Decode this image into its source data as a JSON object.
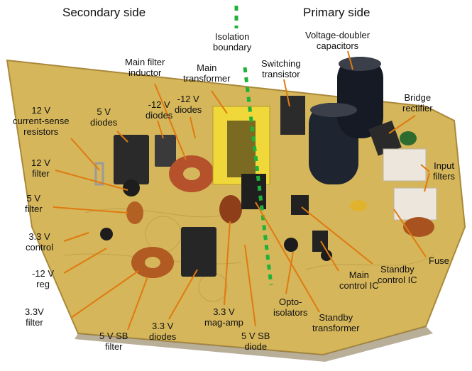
{
  "headings": {
    "secondary": "Secondary side",
    "primary": "Primary side"
  },
  "labels": {
    "isolation_boundary": "Isolation\nboundary",
    "voltage_doubler_capacitors": "Voltage-doubler\ncapacitors",
    "main_filter_inductor": "Main filter\ninductor",
    "main_transformer": "Main\ntransformer",
    "switching_transistor": "Switching\ntransistor",
    "bridge_rectifier": "Bridge\nrectifier",
    "current_sense_12v": "12 V\ncurrent-sense\nresistors",
    "diodes_5v": "5 V\ndiodes",
    "diodes_neg12v_a": "-12 V\ndiodes",
    "diodes_neg12v_b": "-12 V\ndiodes",
    "filter_12v": "12 V\nfilter",
    "filter_5v": "5 V\nfilter",
    "control_3v3": "3.3 V\ncontrol",
    "reg_neg12v": "-12 V\nreg",
    "filter_3v3": "3.3V\nfilter",
    "filter_5v_sb": "5 V SB\nfilter",
    "diodes_3v3": "3.3 V\ndiodes",
    "mag_amp_3v3": "3.3 V\nmag-amp",
    "diode_5v_sb": "5 V SB\ndiode",
    "opto_isolators": "Opto-\nisolators",
    "standby_transformer": "Standby\ntransformer",
    "main_control_ic": "Main\ncontrol IC",
    "standby_control_ic": "Standby\ncontrol IC",
    "input_filters": "Input\nfilters",
    "fuse": "Fuse"
  },
  "colors": {
    "leader": "#e07a10",
    "isolation_line": "#1fb23a",
    "pcb": "#d6b85a",
    "board_edge": "#b89a3c"
  }
}
